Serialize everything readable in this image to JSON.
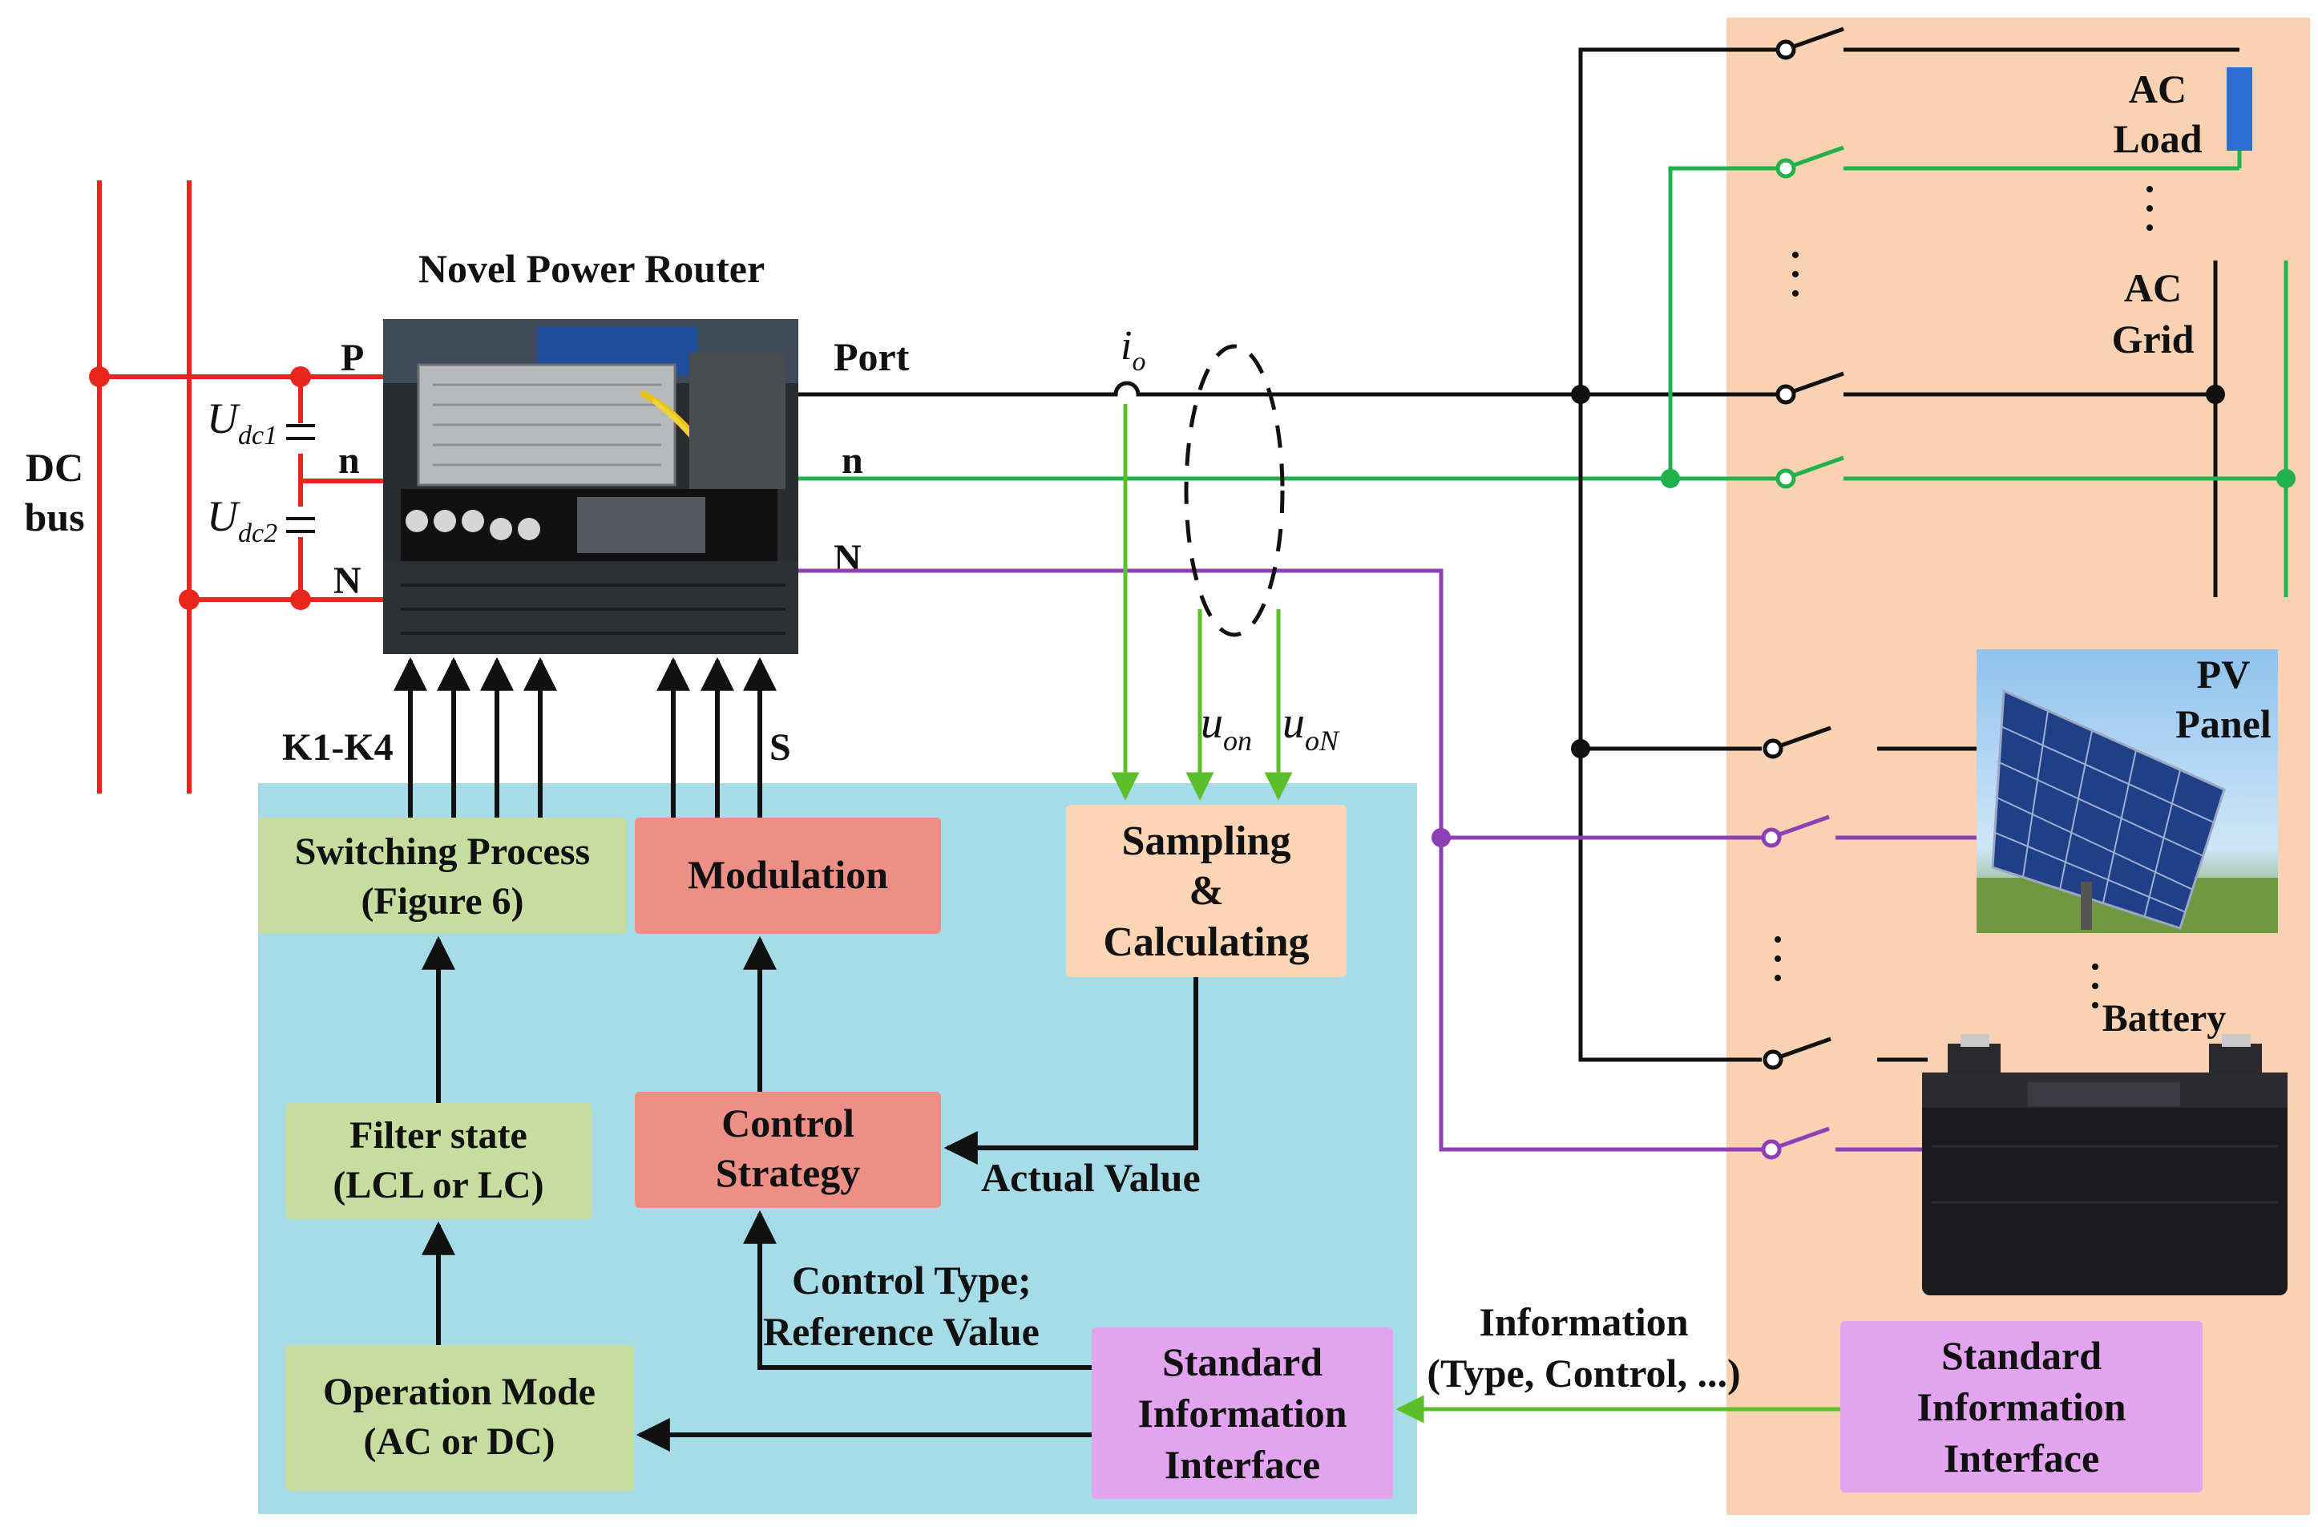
{
  "title": "Novel Power Router",
  "colors": {
    "dc_bus": "#e8261e",
    "black": "#111111",
    "green": "#22b14c",
    "purple": "#8e3fb5",
    "signal_green": "#5bbf2a",
    "control_area": "#a6dce8",
    "load_area": "#f9d2b3",
    "green_box": "#c6dd9f",
    "red_box": "#ec8f86",
    "peach_box": "#fcd6b4",
    "lilac_box": "#e3a4ef",
    "ac_load": "#2a6fd1"
  },
  "dc_bus": {
    "label_line1": "DC",
    "label_line2": "bus",
    "cap1_sym": "U",
    "cap1_sub": "dc1",
    "cap2_sym": "U",
    "cap2_sub": "dc2",
    "p_label": "P",
    "n_label": "n",
    "N_label": "N"
  },
  "router": {
    "photo_icon": "power-router-photo"
  },
  "port": {
    "port_label": "Port",
    "n_label": "n",
    "N_label": "N",
    "current_sym": "i",
    "current_sub": "o",
    "v1_sym": "u",
    "v1_sub": "on",
    "v2_sym": "u",
    "v2_sub": "oN"
  },
  "signals": {
    "k_label": "K1-K4",
    "s_label": "S"
  },
  "blocks": {
    "switching": [
      "Switching Process",
      "(Figure 6)"
    ],
    "modulation": [
      "Modulation"
    ],
    "sampling": [
      "Sampling",
      "&",
      "Calculating"
    ],
    "filter": [
      "Filter state",
      "(LCL or LC)"
    ],
    "control": [
      "Control",
      "Strategy"
    ],
    "operation": [
      "Operation Mode",
      "(AC or DC)"
    ],
    "std_left": [
      "Standard",
      "Information",
      "Interface"
    ],
    "std_right": [
      "Standard",
      "Information",
      "Interface"
    ]
  },
  "edge_labels": {
    "actual_value": "Actual Value",
    "control_type_1": "Control Type;",
    "control_type_2": "Reference Value",
    "information_1": "Information",
    "information_2": "(Type,  Control, ...)"
  },
  "devices": {
    "ac_load": [
      "AC",
      "Load"
    ],
    "ac_grid": [
      "AC",
      "Grid"
    ],
    "pv_panel": [
      "PV",
      "Panel"
    ],
    "battery": [
      "Battery"
    ],
    "pv_icon": "solar-panel-icon",
    "battery_icon": "battery-icon"
  }
}
